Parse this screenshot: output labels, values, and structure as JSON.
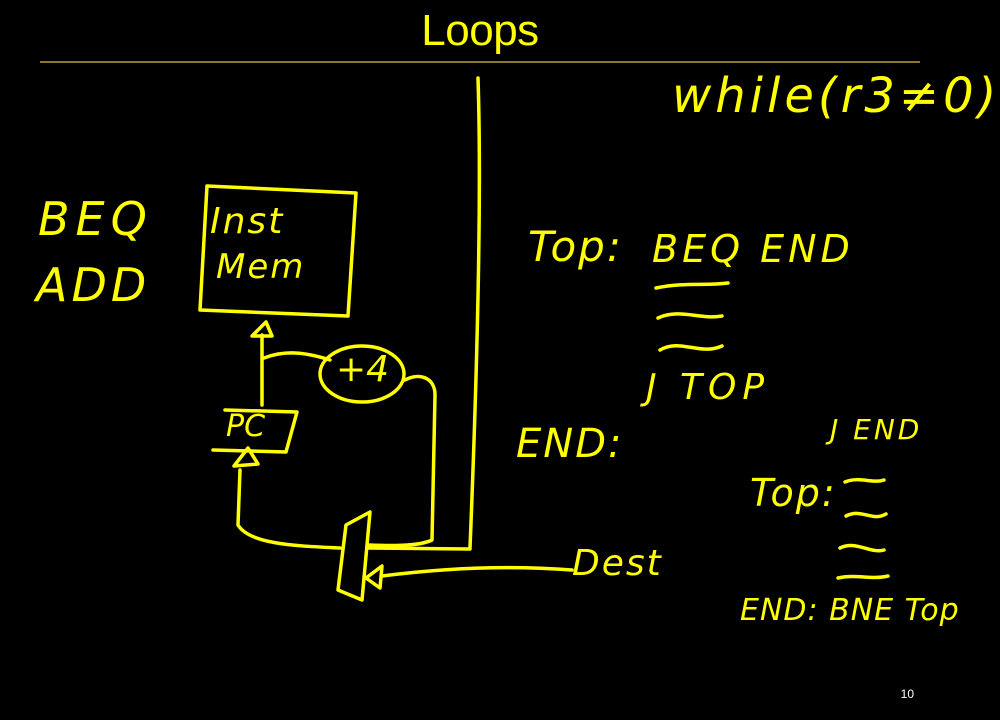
{
  "slide": {
    "title": "Loops",
    "slide_number": "10"
  },
  "annotations": {
    "while_condition": "while(r3≠0)",
    "instr_beq": "BEQ",
    "instr_add": "ADD",
    "inst_mem_line1": "Inst",
    "inst_mem_line2": "Mem",
    "pc": "PC",
    "plus4": "+4",
    "top_label_1": "Top:",
    "beq_end": "BEQ END",
    "j_top": "J TOP",
    "end_label_1": "END:",
    "j_end": "J END",
    "top_label_2": "Top:",
    "end_bne_top": "END: BNE Top",
    "dest": "Dest"
  },
  "colors": {
    "background": "#000000",
    "ink": "#FFFF00",
    "rule": "#8A7A2E",
    "slide_number": "#FFFFFF"
  }
}
